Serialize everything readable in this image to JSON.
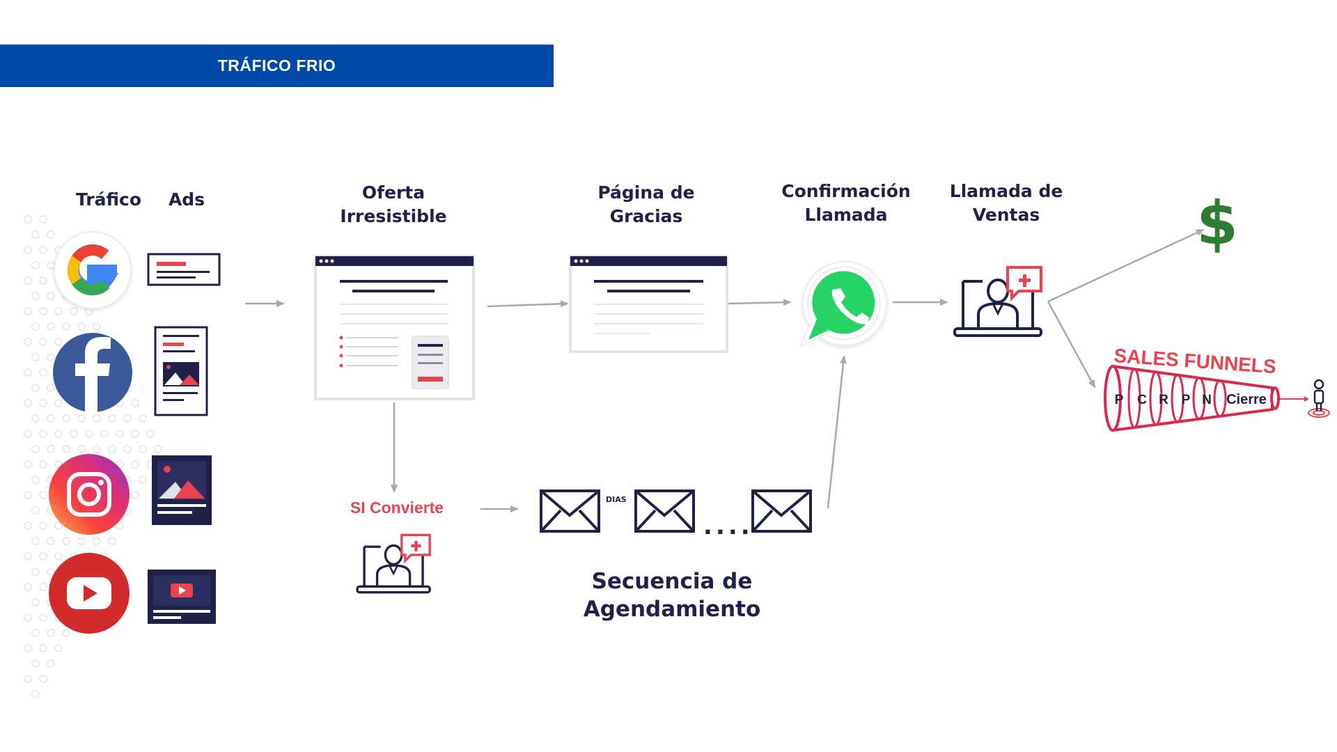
{
  "banner": {
    "title": "TRÁFICO FRIO"
  },
  "labels": {
    "trafico": "Tráfico",
    "ads": "Ads",
    "oferta": "Oferta\nIrresistible",
    "gracias": "Página de\nGracias",
    "confirmacion": "Confirmación\nLlamada",
    "llamada": "Llamada de\nVentas",
    "si_convierte": "SI Convierte",
    "secuencia": "Secuencia de\nAgendamiento",
    "dias": "DIAS",
    "ellipsis": "....",
    "dollar": "$"
  },
  "funnel": {
    "title": "SALES FUNNELS",
    "stages": [
      "P",
      "C",
      "R",
      "P",
      "N",
      "Cierre"
    ]
  },
  "traffic_sources": [
    "google-icon",
    "facebook-icon",
    "instagram-icon",
    "youtube-icon"
  ],
  "colors": {
    "navy": "#1f2149",
    "red": "#e8434f",
    "banner_blue": "#0149a8",
    "whatsapp_green": "#25d366",
    "dollar_green": "#2e7d32",
    "arrow_gray": "#a9a9ad"
  }
}
